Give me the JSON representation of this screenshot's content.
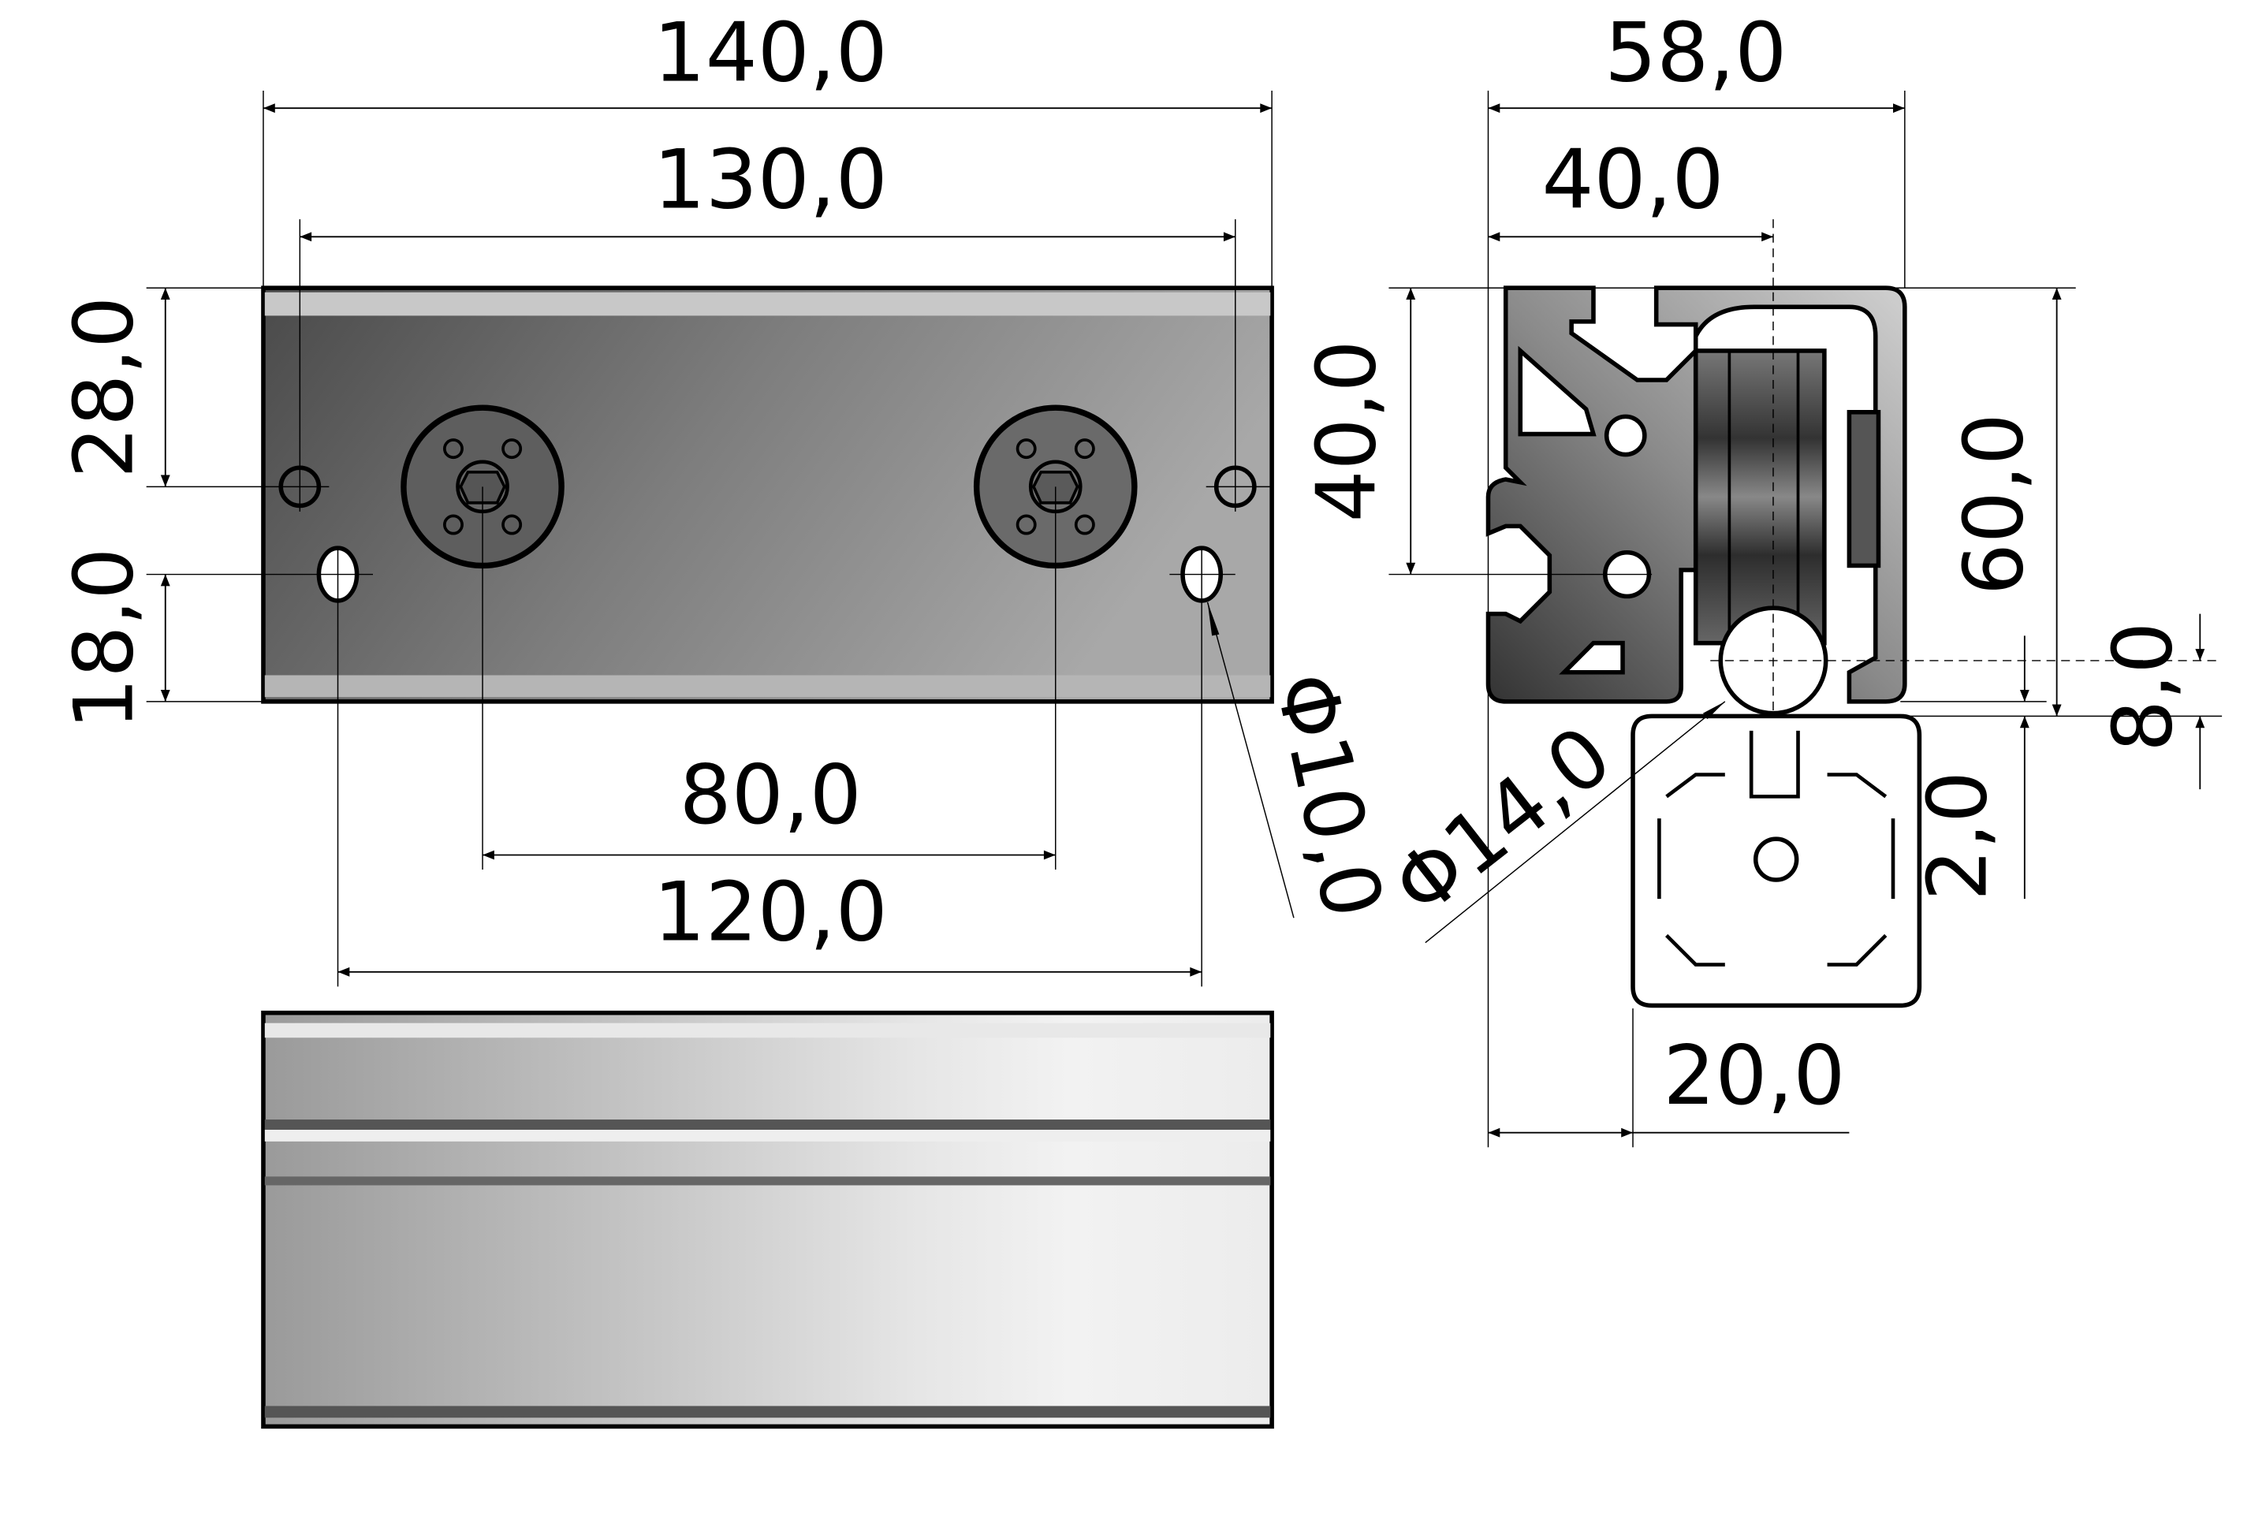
{
  "drawing": {
    "front_view": {
      "dimensions": {
        "overall_length": "140,0",
        "hole_pitch_outer": "130,0",
        "hole_height_top": "28,0",
        "hole_height_bottom": "18,0",
        "wheel_pitch": "80,0",
        "hole_pitch_inner": "120,0",
        "hole_diameter": "Φ10,0"
      }
    },
    "side_view": {
      "dimensions": {
        "overall_width": "58,0",
        "wheel_offset": "40,0",
        "hole_height": "40,0",
        "overall_height": "60,0",
        "groove_depth": "8,0",
        "gap": "2,0",
        "ball_diameter": "Φ14,0",
        "rail_width": "20,0"
      }
    },
    "colors": {
      "line": "#000000",
      "metal_dark": "#3a3a3a",
      "metal_light": "#d8d8d8",
      "background": "#ffffff"
    }
  }
}
